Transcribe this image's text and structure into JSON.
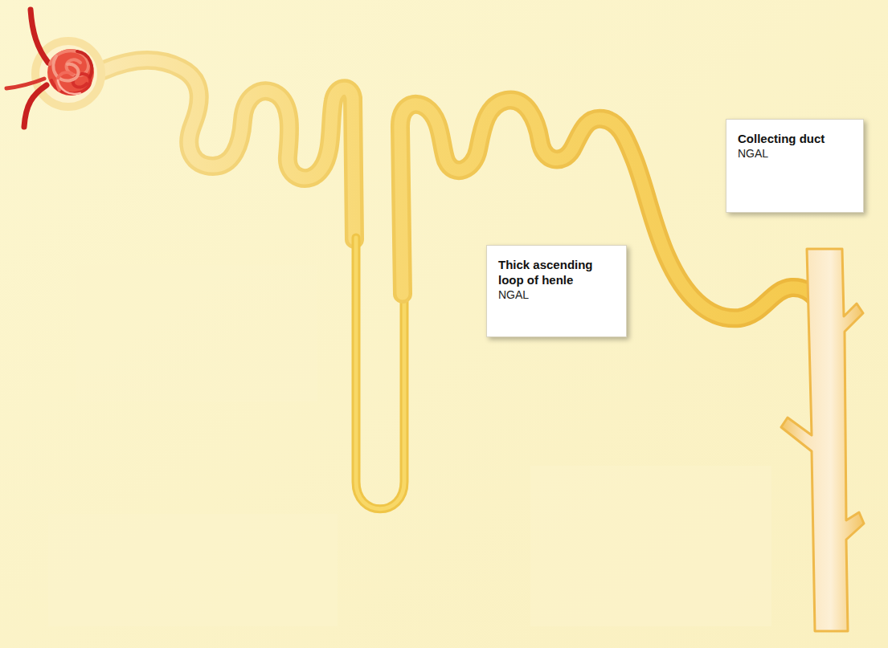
{
  "diagram": {
    "nodes": [
      {
        "text": [
          "Collecting duct",
          "NGAL"
        ]
      },
      {
        "text": [
          "Thick ascending loop of henle",
          "NGAL"
        ]
      }
    ]
  }
}
